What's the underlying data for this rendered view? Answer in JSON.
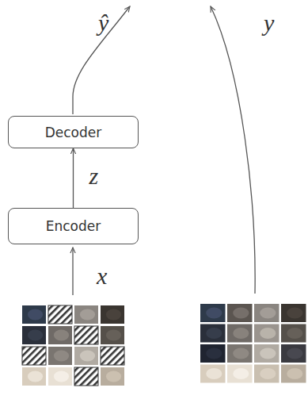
{
  "diagram": {
    "nodes": [
      {
        "text": [
          "Decoder"
        ]
      },
      {
        "text": [
          "Encoder"
        ]
      }
    ],
    "edges": [
      {
        "from": 1,
        "to": 0,
        "arrow": "to",
        "label": "z"
      }
    ],
    "labels": [
      "ŷ",
      "x",
      "y"
    ]
  }
}
